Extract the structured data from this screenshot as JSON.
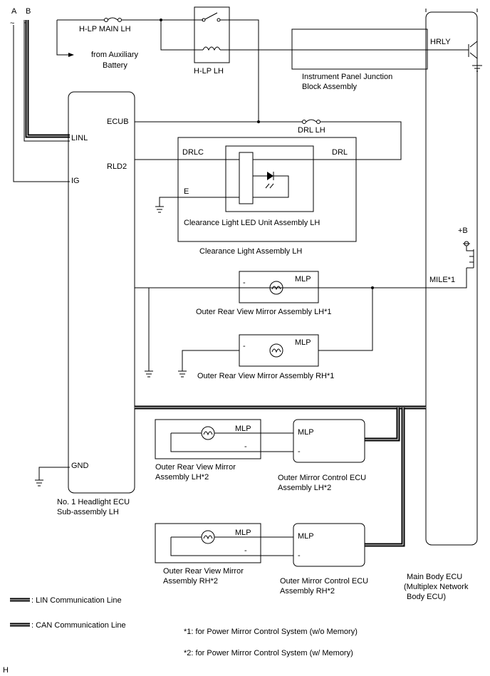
{
  "diagram": {
    "col_a": "A",
    "col_b": "B",
    "fuse_hlp": "H-LP MAIN LH",
    "aux_battery_1": "from Auxiliary",
    "aux_battery_2": "Battery",
    "relay_hlp": "H-LP LH",
    "hrly": "HRLY",
    "ipjb_1": "Instrument Panel Junction",
    "ipjb_2": "Block Assembly",
    "ecub": "ECUB",
    "linl": "LINL",
    "fuse_drl": "DRL LH",
    "drlc": "DRLC",
    "drl": "DRL",
    "rld2": "RLD2",
    "ig": "IG",
    "e": "E",
    "clearance_led": "Clearance Light LED Unit Assembly LH",
    "clearance_assy": "Clearance Light Assembly LH",
    "plus_b": "+B",
    "mile": "MILE*1",
    "mlp_1": "MLP",
    "minus_1": "-",
    "mirror_lh1": "Outer Rear View Mirror Assembly LH*1",
    "mlp_2": "MLP",
    "minus_2": "-",
    "mirror_rh1": "Outer Rear View Mirror Assembly RH*1",
    "mlp_3": "MLP",
    "minus_3": "-",
    "mlp_4": "MLP",
    "minus_4": "-",
    "mirror_lh2_1": "Outer Rear View Mirror",
    "mirror_lh2_2": "Assembly LH*2",
    "ecu_lh2_1": "Outer Mirror Control ECU",
    "ecu_lh2_2": "Assembly LH*2",
    "gnd": "GND",
    "headlight_ecu_1": "No. 1 Headlight ECU",
    "headlight_ecu_2": "Sub-assembly LH",
    "mlp_5": "MLP",
    "minus_5": "-",
    "mlp_6": "MLP",
    "minus_6": "-",
    "mirror_rh2_1": "Outer Rear View Mirror",
    "mirror_rh2_2": "Assembly RH*2",
    "ecu_rh2_1": "Outer Mirror Control ECU",
    "ecu_rh2_2": "Assembly RH*2",
    "main_body_1": "Main Body ECU",
    "main_body_2": "(Multiplex Network",
    "main_body_3": "Body ECU)",
    "legend_lin": ": LIN Communication Line",
    "legend_can": ": CAN Communication Line",
    "note_1": "*1: for Power Mirror Control System (w/o Memory)",
    "note_2": "*2: for Power Mirror Control System (w/ Memory)",
    "corner_h": "H"
  }
}
